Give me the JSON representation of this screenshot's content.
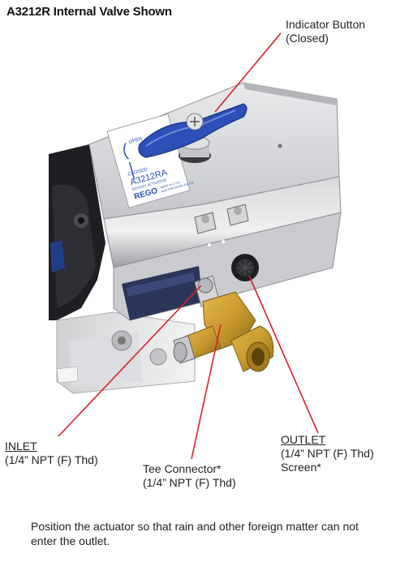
{
  "title": "A3212R Internal Valve Shown",
  "callouts": {
    "indicator": {
      "line1": "Indicator Button",
      "line2": "(Closed)"
    },
    "inlet": {
      "line1": "INLET",
      "line2": "(1/4” NPT (F) Thd)"
    },
    "tee": {
      "line1": "Tee Connector*",
      "line2": "(1/4” NPT (F) Thd)"
    },
    "outlet": {
      "line1": "OUTLET",
      "line2": "(1/4” NPT (F) Thd)",
      "line3": "Screen*"
    }
  },
  "plate": {
    "open": "OPEN",
    "closed": "CLOSED",
    "model": "A3212RA",
    "subtitle": "ROTARY ACTUATOR",
    "brand": "REGO",
    "made": "MADE IN U.S.A.",
    "pressure": "MAX PRESSURE 150 PSI"
  },
  "note": "Position the actuator so that rain and other foreign matter can not enter the outlet.",
  "colors": {
    "leader": "#d8202a",
    "button": "#2c4fb8",
    "brass": "#c99a2e"
  }
}
